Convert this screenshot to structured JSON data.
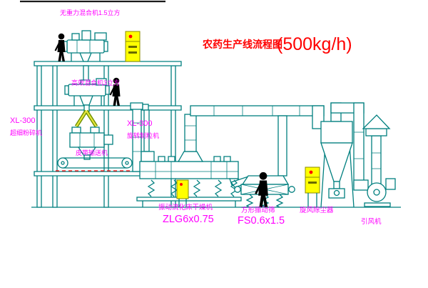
{
  "title": {
    "main": "农药生产线流程图",
    "capacity": "(500kg/h)"
  },
  "labels": {
    "mixer_top": "无重力混合机1.5立方",
    "mixer_mid": "高效混合机3立方",
    "mill_model": "XL-300",
    "mill_name": "超细粉碎机",
    "granulator_model": "XL-300",
    "granulator_name": "旋转制粒机",
    "belt_conveyor": "皮带输送机",
    "dryer_name": "振动流化床干燥机",
    "dryer_model": "ZLG6x0.75",
    "sieve_name": "方形振动筛",
    "sieve_model": "FS0.6x1.5",
    "cyclone_name": "旋风除尘器",
    "fan_name": "引风机"
  },
  "colors": {
    "line": "#007F7F",
    "label": "#FF00FF",
    "title": "#FF0000",
    "panel": "#FFFF00",
    "alert": "#FF0000",
    "figure": "#000000",
    "background": "#FFFFFF"
  }
}
